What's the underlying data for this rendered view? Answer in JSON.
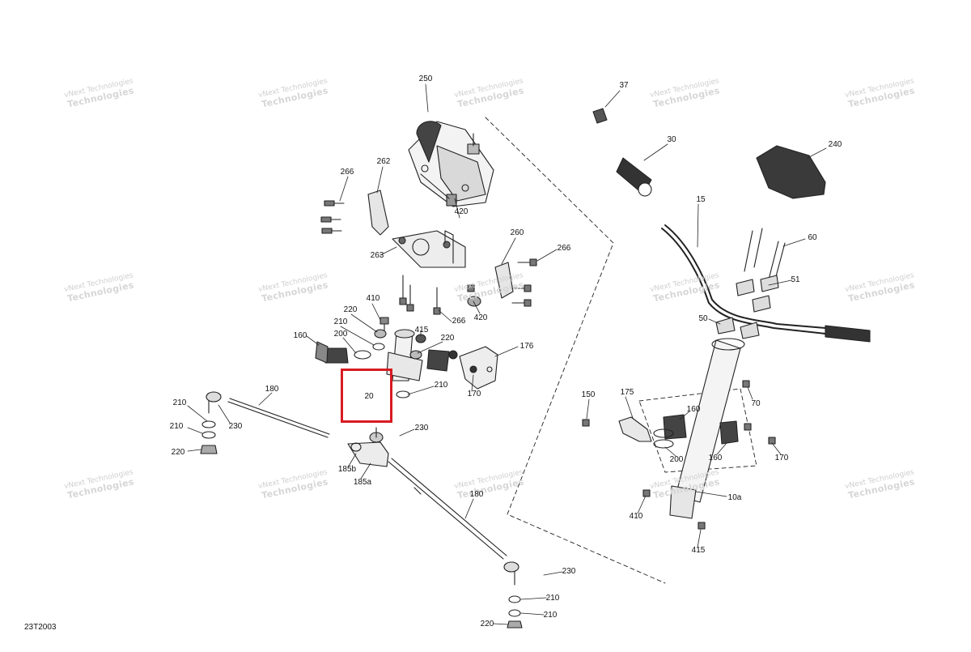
{
  "diagram_id": "23T2003",
  "watermark": {
    "line1": "vNext Technologies",
    "line2": "Technologies"
  },
  "highlight": {
    "label": "20",
    "color": "#d81b22"
  },
  "labels": [
    {
      "id": "l250",
      "text": "250"
    },
    {
      "id": "l37",
      "text": "37"
    },
    {
      "id": "l30",
      "text": "30"
    },
    {
      "id": "l240",
      "text": "240"
    },
    {
      "id": "l262",
      "text": "262"
    },
    {
      "id": "l266a",
      "text": "266"
    },
    {
      "id": "l420a",
      "text": "420"
    },
    {
      "id": "l15",
      "text": "15"
    },
    {
      "id": "l260",
      "text": "260"
    },
    {
      "id": "l266b",
      "text": "266"
    },
    {
      "id": "l60",
      "text": "60"
    },
    {
      "id": "l263",
      "text": "263"
    },
    {
      "id": "l51",
      "text": "51"
    },
    {
      "id": "l410a",
      "text": "410"
    },
    {
      "id": "l420b",
      "text": "420"
    },
    {
      "id": "l266c",
      "text": "266"
    },
    {
      "id": "l220a",
      "text": "220"
    },
    {
      "id": "l210a",
      "text": "210"
    },
    {
      "id": "l415a",
      "text": "415"
    },
    {
      "id": "l50",
      "text": "50"
    },
    {
      "id": "l200a",
      "text": "200"
    },
    {
      "id": "l220b",
      "text": "220"
    },
    {
      "id": "l160a",
      "text": "160"
    },
    {
      "id": "l176",
      "text": "176"
    },
    {
      "id": "l20",
      "text": "20"
    },
    {
      "id": "l210b",
      "text": "210"
    },
    {
      "id": "l170a",
      "text": "170"
    },
    {
      "id": "l180a",
      "text": "180"
    },
    {
      "id": "l150",
      "text": "150"
    },
    {
      "id": "l175",
      "text": "175"
    },
    {
      "id": "l70",
      "text": "70"
    },
    {
      "id": "l210c",
      "text": "210"
    },
    {
      "id": "l230a",
      "text": "230"
    },
    {
      "id": "l160b",
      "text": "160"
    },
    {
      "id": "l210d",
      "text": "210"
    },
    {
      "id": "l230b",
      "text": "230"
    },
    {
      "id": "l220c",
      "text": "220"
    },
    {
      "id": "l200b",
      "text": "200"
    },
    {
      "id": "l160c",
      "text": "160"
    },
    {
      "id": "l170b",
      "text": "170"
    },
    {
      "id": "l185b",
      "text": "185b"
    },
    {
      "id": "l185a",
      "text": "185a"
    },
    {
      "id": "l180b",
      "text": "180"
    },
    {
      "id": "l10a",
      "text": "10a"
    },
    {
      "id": "l410b",
      "text": "410"
    },
    {
      "id": "l415b",
      "text": "415"
    },
    {
      "id": "l230c",
      "text": "230"
    },
    {
      "id": "l210e",
      "text": "210"
    },
    {
      "id": "l210f",
      "text": "210"
    },
    {
      "id": "l220d",
      "text": "220"
    }
  ]
}
